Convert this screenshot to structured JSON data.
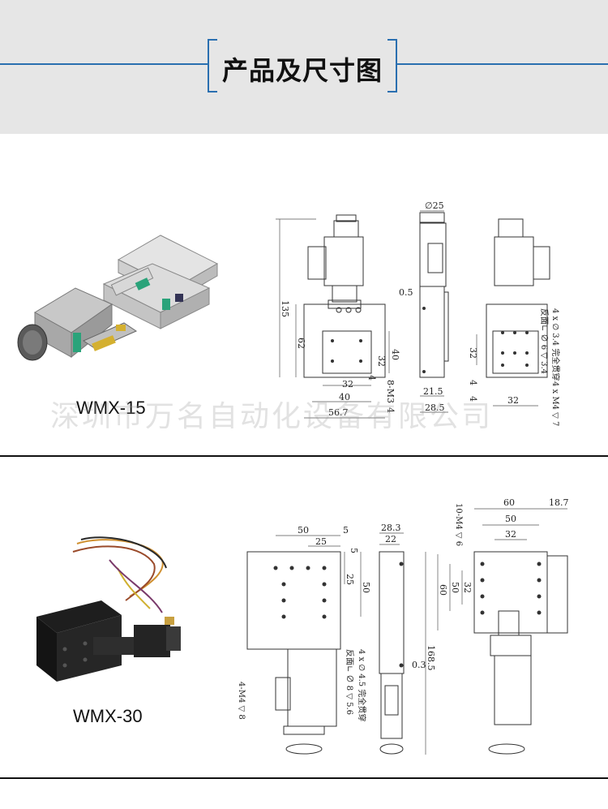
{
  "header": {
    "title": "产品及尺寸图"
  },
  "watermark": "深圳市万名自动化设备有限公司",
  "products": [
    {
      "model": "WMX-15",
      "dims": {
        "d25": "∅25",
        "d05": "0.5",
        "d135": "135",
        "d62": "62",
        "d40v": "40",
        "d32v": "32",
        "d4a": "4",
        "d8m3": "8-M3",
        "d4b": "4",
        "d32h": "32",
        "d40h": "40",
        "d567": "56.7",
        "d215": "21.5",
        "d285": "28.5",
        "d32r": "32",
        "d4r": "4",
        "d4r2": "4",
        "d32rh": "32",
        "note1": "4 x ∅ 3.4 完全贯穿",
        "note1b": "反面∟ ∅ 6 ▽ 3.4",
        "note2": "4 x M4 ▽ 7"
      }
    },
    {
      "model": "WMX-30",
      "dims": {
        "d50": "50",
        "d5a": "5",
        "d25": "25",
        "d5b": "5",
        "d25v": "25",
        "d50v": "50",
        "d283": "28.3",
        "d22": "22",
        "d03": "0.3",
        "d60": "60",
        "d187": "18.7",
        "d50r": "50",
        "d32r": "32",
        "d10m4": "10-M4 ▽ 6",
        "d32v": "32",
        "d50v2": "50",
        "d60v": "60",
        "d1685": "168.5",
        "m4": "4-M4 ▽ 8",
        "note1": "4 x ∅ 4.5 完全贯穿",
        "note1b": "反面∟ ∅ 8 ▽ 5.6"
      }
    }
  ]
}
